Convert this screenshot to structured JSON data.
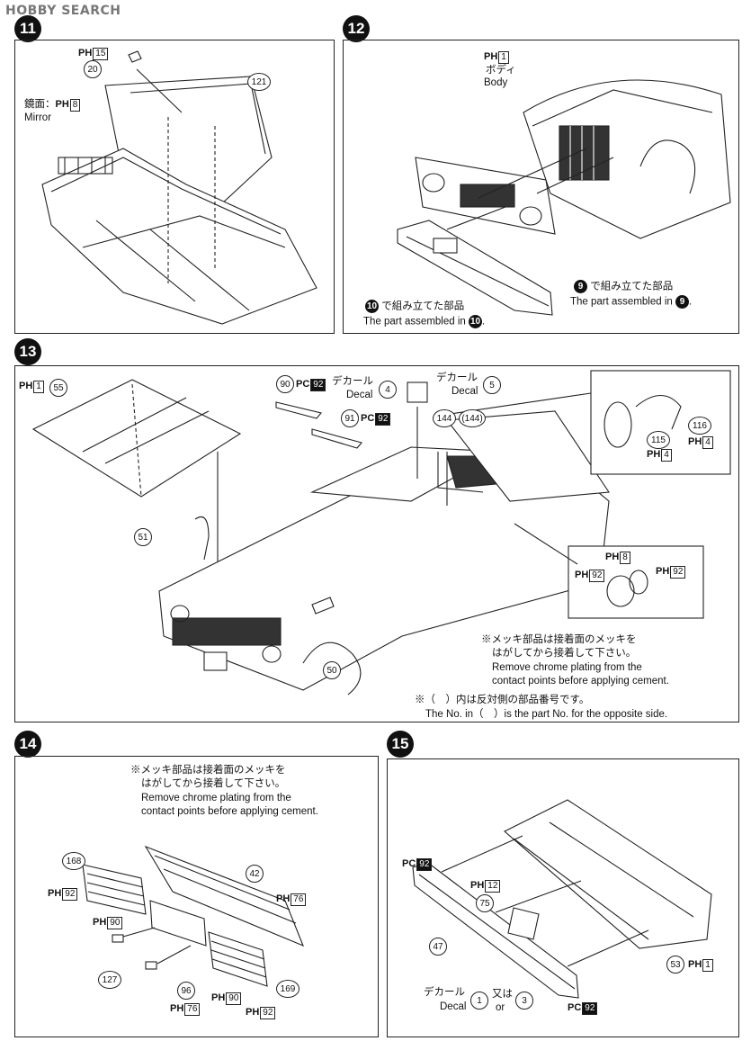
{
  "watermark": "HOBBY SEARCH",
  "steps": [
    {
      "number": "11",
      "labels": {
        "mirror_jp": "鏡面：",
        "mirror_en": "Mirror",
        "mirror_code": "8",
        "part_20_code": "15"
      },
      "parts": [
        "20",
        "121"
      ]
    },
    {
      "number": "12",
      "labels": {
        "body_code": "1",
        "body_jp": "ボディ",
        "body_en": "Body",
        "assembled9_jp": "で組み立てた部品",
        "assembled9_en": "The part assembled in",
        "assembled9_ref": "9",
        "assembled10_jp": "で組み立てた部品",
        "assembled10_en": "The part assembled in",
        "assembled10_ref": "10"
      }
    },
    {
      "number": "13",
      "labels": {
        "hood_code": "1",
        "decal_jp_a": "デカール",
        "decal_en_a": "Decal",
        "decal_jp_b": "デカール",
        "decal_en_b": "Decal",
        "wiper90_code": "92",
        "wiper91_code": "92",
        "p115_code": "4",
        "p116_code": "4",
        "light_code_top": "8",
        "light_code_left": "92",
        "light_code_right": "92",
        "chrome_note_jp1": "※メッキ部品は接着面のメッキを",
        "chrome_note_jp2": "はがしてから接着して下さい。",
        "chrome_note_en1": "Remove chrome plating from the",
        "chrome_note_en2": "contact points before applying cement.",
        "opp_note_jp": "※（　）内は反対側の部品番号です。",
        "opp_note_en_pre": "The No. in（　）is the part No. for the opposite side."
      },
      "parts": [
        "55",
        "90",
        "4",
        "5",
        "91",
        "144",
        "(144)",
        "116",
        "115",
        "51",
        "50"
      ]
    },
    {
      "number": "14",
      "labels": {
        "chrome_note_jp1": "※メッキ部品は接着面のメッキを",
        "chrome_note_jp2": "はがしてから接着して下さい。",
        "chrome_note_en1": "Remove chrome plating from the",
        "chrome_note_en2": "contact points before applying cement.",
        "p168_code": "92",
        "p90_code_a": "90",
        "p76_code_a": "76",
        "p96_code": "76",
        "p90_code_b": "90",
        "p169_code": "92"
      },
      "parts": [
        "168",
        "42",
        "127",
        "96",
        "169"
      ]
    },
    {
      "number": "15",
      "labels": {
        "pc_code_left": "92",
        "ph_code_12": "12",
        "decal_jp": "デカール",
        "decal_en": "Decal",
        "or_jp": "又は",
        "or_en": "or",
        "p53_code": "1",
        "pc_code_bottom": "92"
      },
      "parts": [
        "75",
        "47",
        "1",
        "3",
        "53"
      ]
    }
  ],
  "paint_prefix_h": "PH",
  "paint_prefix_c": "PC"
}
